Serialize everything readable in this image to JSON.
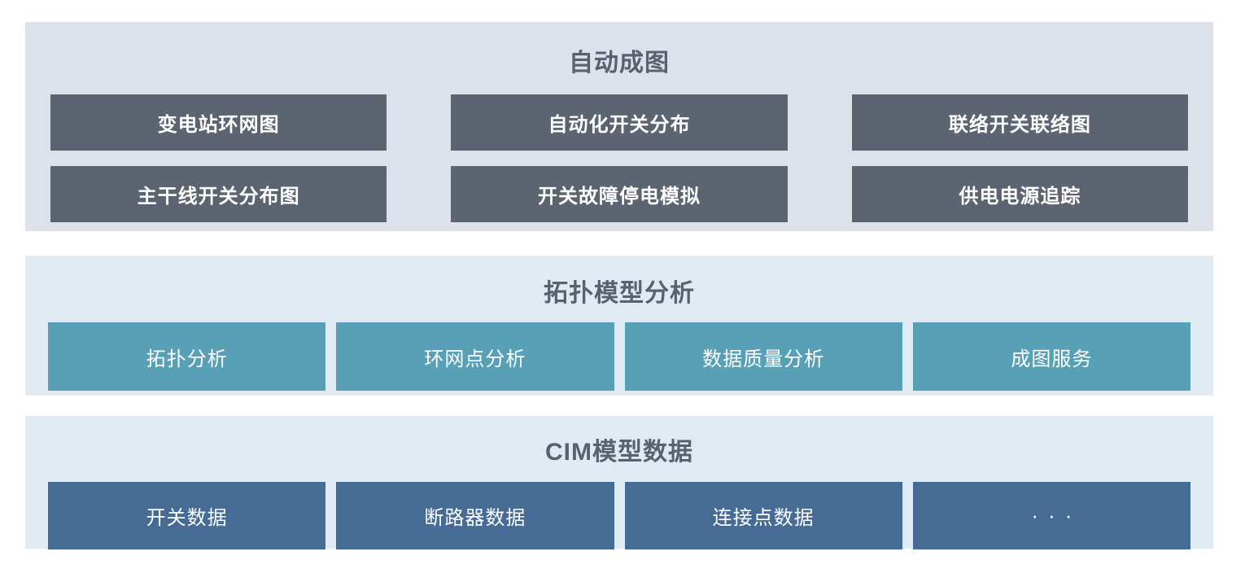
{
  "colors": {
    "page_bg": "#ffffff",
    "section1_bg": "#dde2ea",
    "section23_bg": "#dfeaf2",
    "dark_button": "#5c6471",
    "teal_button": "#57a0b6",
    "blue_button": "#466c96",
    "title_text": "#59616e",
    "button_text": "#ffffff"
  },
  "sections": [
    {
      "id": "auto-diagram",
      "title": "自动成图",
      "items": [
        "变电站环网图",
        "自动化开关分布",
        "联络开关联络图",
        "主干线开关分布图",
        "开关故障停电模拟",
        "供电电源追踪"
      ]
    },
    {
      "id": "topology-model-analysis",
      "title": "拓扑模型分析",
      "items": [
        "拓扑分析",
        "环网点分析",
        "数据质量分析",
        "成图服务"
      ]
    },
    {
      "id": "cim-model-data",
      "title": "CIM模型数据",
      "items": [
        "开关数据",
        "断路器数据",
        "连接点数据",
        "···"
      ]
    }
  ]
}
